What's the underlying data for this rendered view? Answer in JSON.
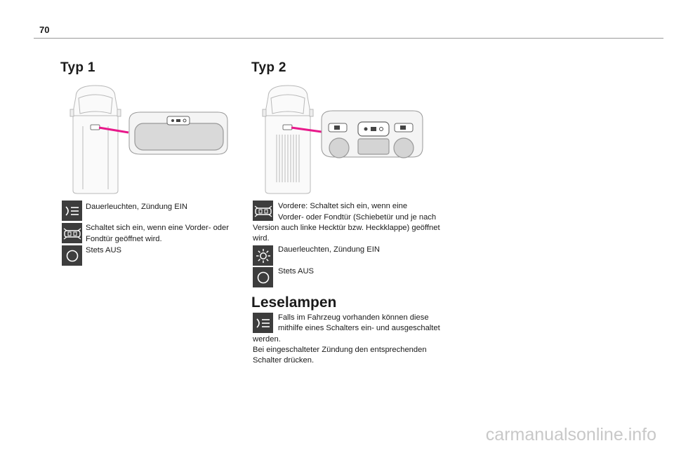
{
  "page": {
    "number": "70"
  },
  "type1": {
    "heading": "Typ 1",
    "entries": [
      {
        "icon": "dome-light-on-icon",
        "text": "Dauerleuchten, Zündung EIN"
      },
      {
        "icon": "door-open-light-icon",
        "lines": [
          "Schaltet sich ein, wenn eine Vorder- oder",
          "Fondtür geöffnet wird."
        ]
      },
      {
        "icon": "light-off-circle-icon",
        "text": "Stets AUS"
      }
    ]
  },
  "type2": {
    "heading": "Typ 2",
    "entries": [
      {
        "icon": "door-open-light-icon",
        "lines": [
          "Vordere: Schaltet sich ein, wenn eine",
          "Vorder- oder Fondtür (Schiebetür und je nach",
          "Version auch linke Hecktür bzw. Heckklappe) geöffnet",
          "wird."
        ]
      },
      {
        "icon": "sun-light-icon",
        "text": "Dauerleuchten, Zündung EIN"
      },
      {
        "icon": "light-off-circle-icon",
        "text": "Stets AUS"
      }
    ]
  },
  "reading_lamps": {
    "heading": "Leselampen",
    "icon": "reading-lamp-icon",
    "lines": [
      "Falls im Fahrzeug vorhanden können diese",
      "mithilfe eines Schalters ein- und ausgeschaltet",
      "werden.",
      "Bei eingeschalteter Zündung den entsprechenden",
      "Schalter drücken."
    ]
  },
  "watermark": "carmanualsonline.info",
  "colors": {
    "pointer": "#e8198b",
    "icon_bg": "#3d3d3d"
  }
}
